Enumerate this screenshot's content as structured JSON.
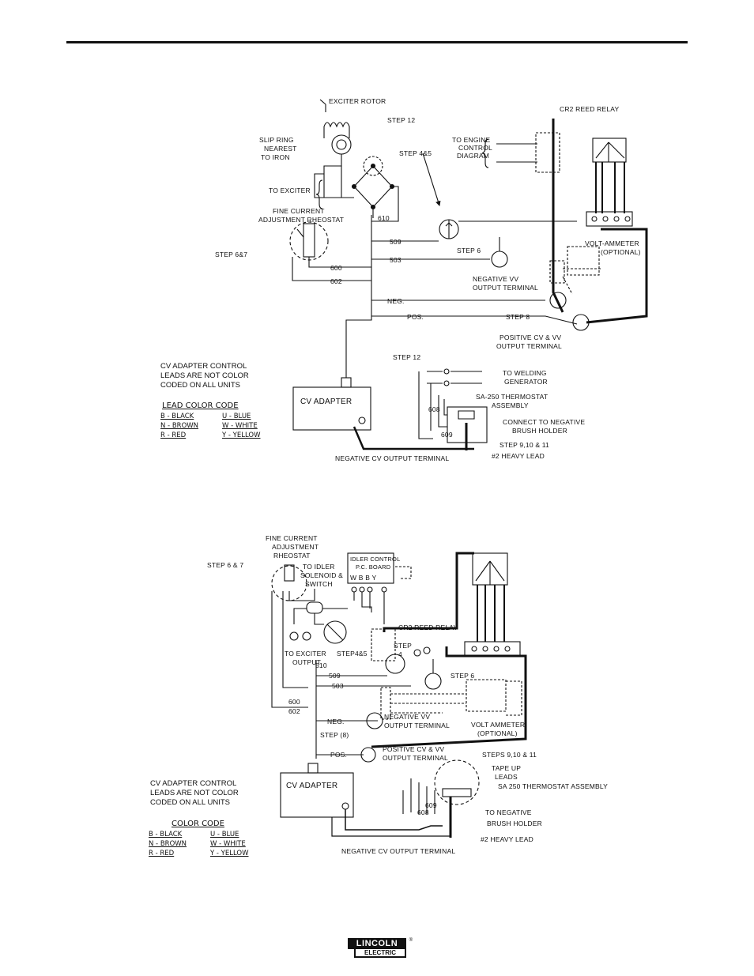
{
  "diagram1": {
    "labels": {
      "exciter_rotor": "EXCITER ROTOR",
      "step12_a": "STEP 12",
      "slip_ring_1": "SLIP RING",
      "slip_ring_2": "NEAREST",
      "slip_ring_3": "TO IRON",
      "step45": "STEP 4&5",
      "to_exciter": "TO EXCITER",
      "rheo_1": "FINE CURRENT",
      "rheo_2": "ADJUSTMENT RHEOSTAT",
      "step67": "STEP 6&7",
      "cr2": "CR2 REED RELAY",
      "eng_1": "TO ENGINE",
      "eng_2": "CONTROL",
      "eng_3": "DIAGRAM",
      "volt_1": "VOLT-AMMETER",
      "volt_2": "(OPTIONAL)",
      "step6": "STEP 6",
      "neg_vv_1": "NEGATIVE VV",
      "neg_vv_2": "OUTPUT TERMINAL",
      "step8": "STEP 8",
      "pos_cv_1": "POSITIVE CV & VV",
      "pos_cv_2": "OUTPUT TERMINAL",
      "step12_b": "STEP 12",
      "weld_1": "TO WELDING",
      "weld_2": "GENERATOR",
      "thermo_1": "SA-250 THERMOSTAT",
      "thermo_2": "ASSEMBLY",
      "brush_1": "CONNECT TO NEGATIVE",
      "brush_2": "BRUSH HOLDER",
      "step91011": "STEP 9,10 & 11",
      "heavy": "#2 HEAVY LEAD",
      "cv_adapter": "CV ADAPTER",
      "neg_cv": "NEGATIVE CV OUTPUT TERMINAL",
      "w509": "509",
      "w503": "503",
      "w600": "600",
      "w602": "602",
      "w610": "610",
      "w608": "608",
      "w609": "609",
      "neg": "NEG.",
      "pos": "POS."
    },
    "note": "CV ADAPTER CONTROL\nLEADS ARE NOT COLOR\nCODED ON ALL UNITS",
    "code_title": "LEAD COLOR CODE"
  },
  "diagram2": {
    "labels": {
      "rheo_1": "FINE CURRENT",
      "rheo_2": "ADJUSTMENT",
      "rheo_3": "RHEOSTAT",
      "step67": "STEP 6 & 7",
      "idler_1": "TO IDLER",
      "idler_2": "SOLENOID &",
      "idler_3": "SWITCH",
      "idler_board_1": "IDLER CONTROL",
      "idler_board_2": "P.C. BOARD",
      "idler_pins": "W B B Y",
      "cr2": "CR2 REED RELAY",
      "to_exciter_1": "TO EXCITER",
      "to_exciter_2": "OUTPUT",
      "step45": "STEP4&5",
      "step4_1": "STEP",
      "step4_2": "4",
      "step6": "STEP 6",
      "neg_vv_1": "NEGATIVE VV",
      "neg_vv_2": "OUTPUT TERMINAL",
      "volt_1": "VOLT AMMETER",
      "volt_2": "(OPTIONAL)",
      "step8": "STEP (8)",
      "pos_cv_1": "POSITIVE CV & VV",
      "pos_cv_2": "OUTPUT TERMINAL",
      "steps91011": "STEPS 9,10 & 11",
      "tape_1": "TAPE UP",
      "tape_2": "LEADS",
      "thermo": "SA 250 THERMOSTAT ASSEMBLY",
      "brush_1": "TO NEGATIVE",
      "brush_2": "BRUSH HOLDER",
      "heavy": "#2 HEAVY LEAD",
      "cv_adapter": "CV ADAPTER",
      "neg_cv": "NEGATIVE CV OUTPUT TERMINAL",
      "w509": "509",
      "w503": "503",
      "w600": "600",
      "w602": "602",
      "w610": "610",
      "w608": "608",
      "w609": "609",
      "neg": "NEG.",
      "pos": "POS."
    },
    "note": "CV ADAPTER CONTROL\nLEADS ARE NOT COLOR\nCODED ON ALL UNITS",
    "code_title": "COLOR CODE"
  },
  "color_code": [
    {
      "code": "B - BLACK",
      "code2": "U - BLUE"
    },
    {
      "code": "N - BROWN",
      "code2": "W - WHITE"
    },
    {
      "code": "R - RED",
      "code2": "Y - YELLOW"
    }
  ],
  "logo": {
    "top": "LINCOLN",
    "bottom": "ELECTRIC",
    "reg": "®"
  }
}
